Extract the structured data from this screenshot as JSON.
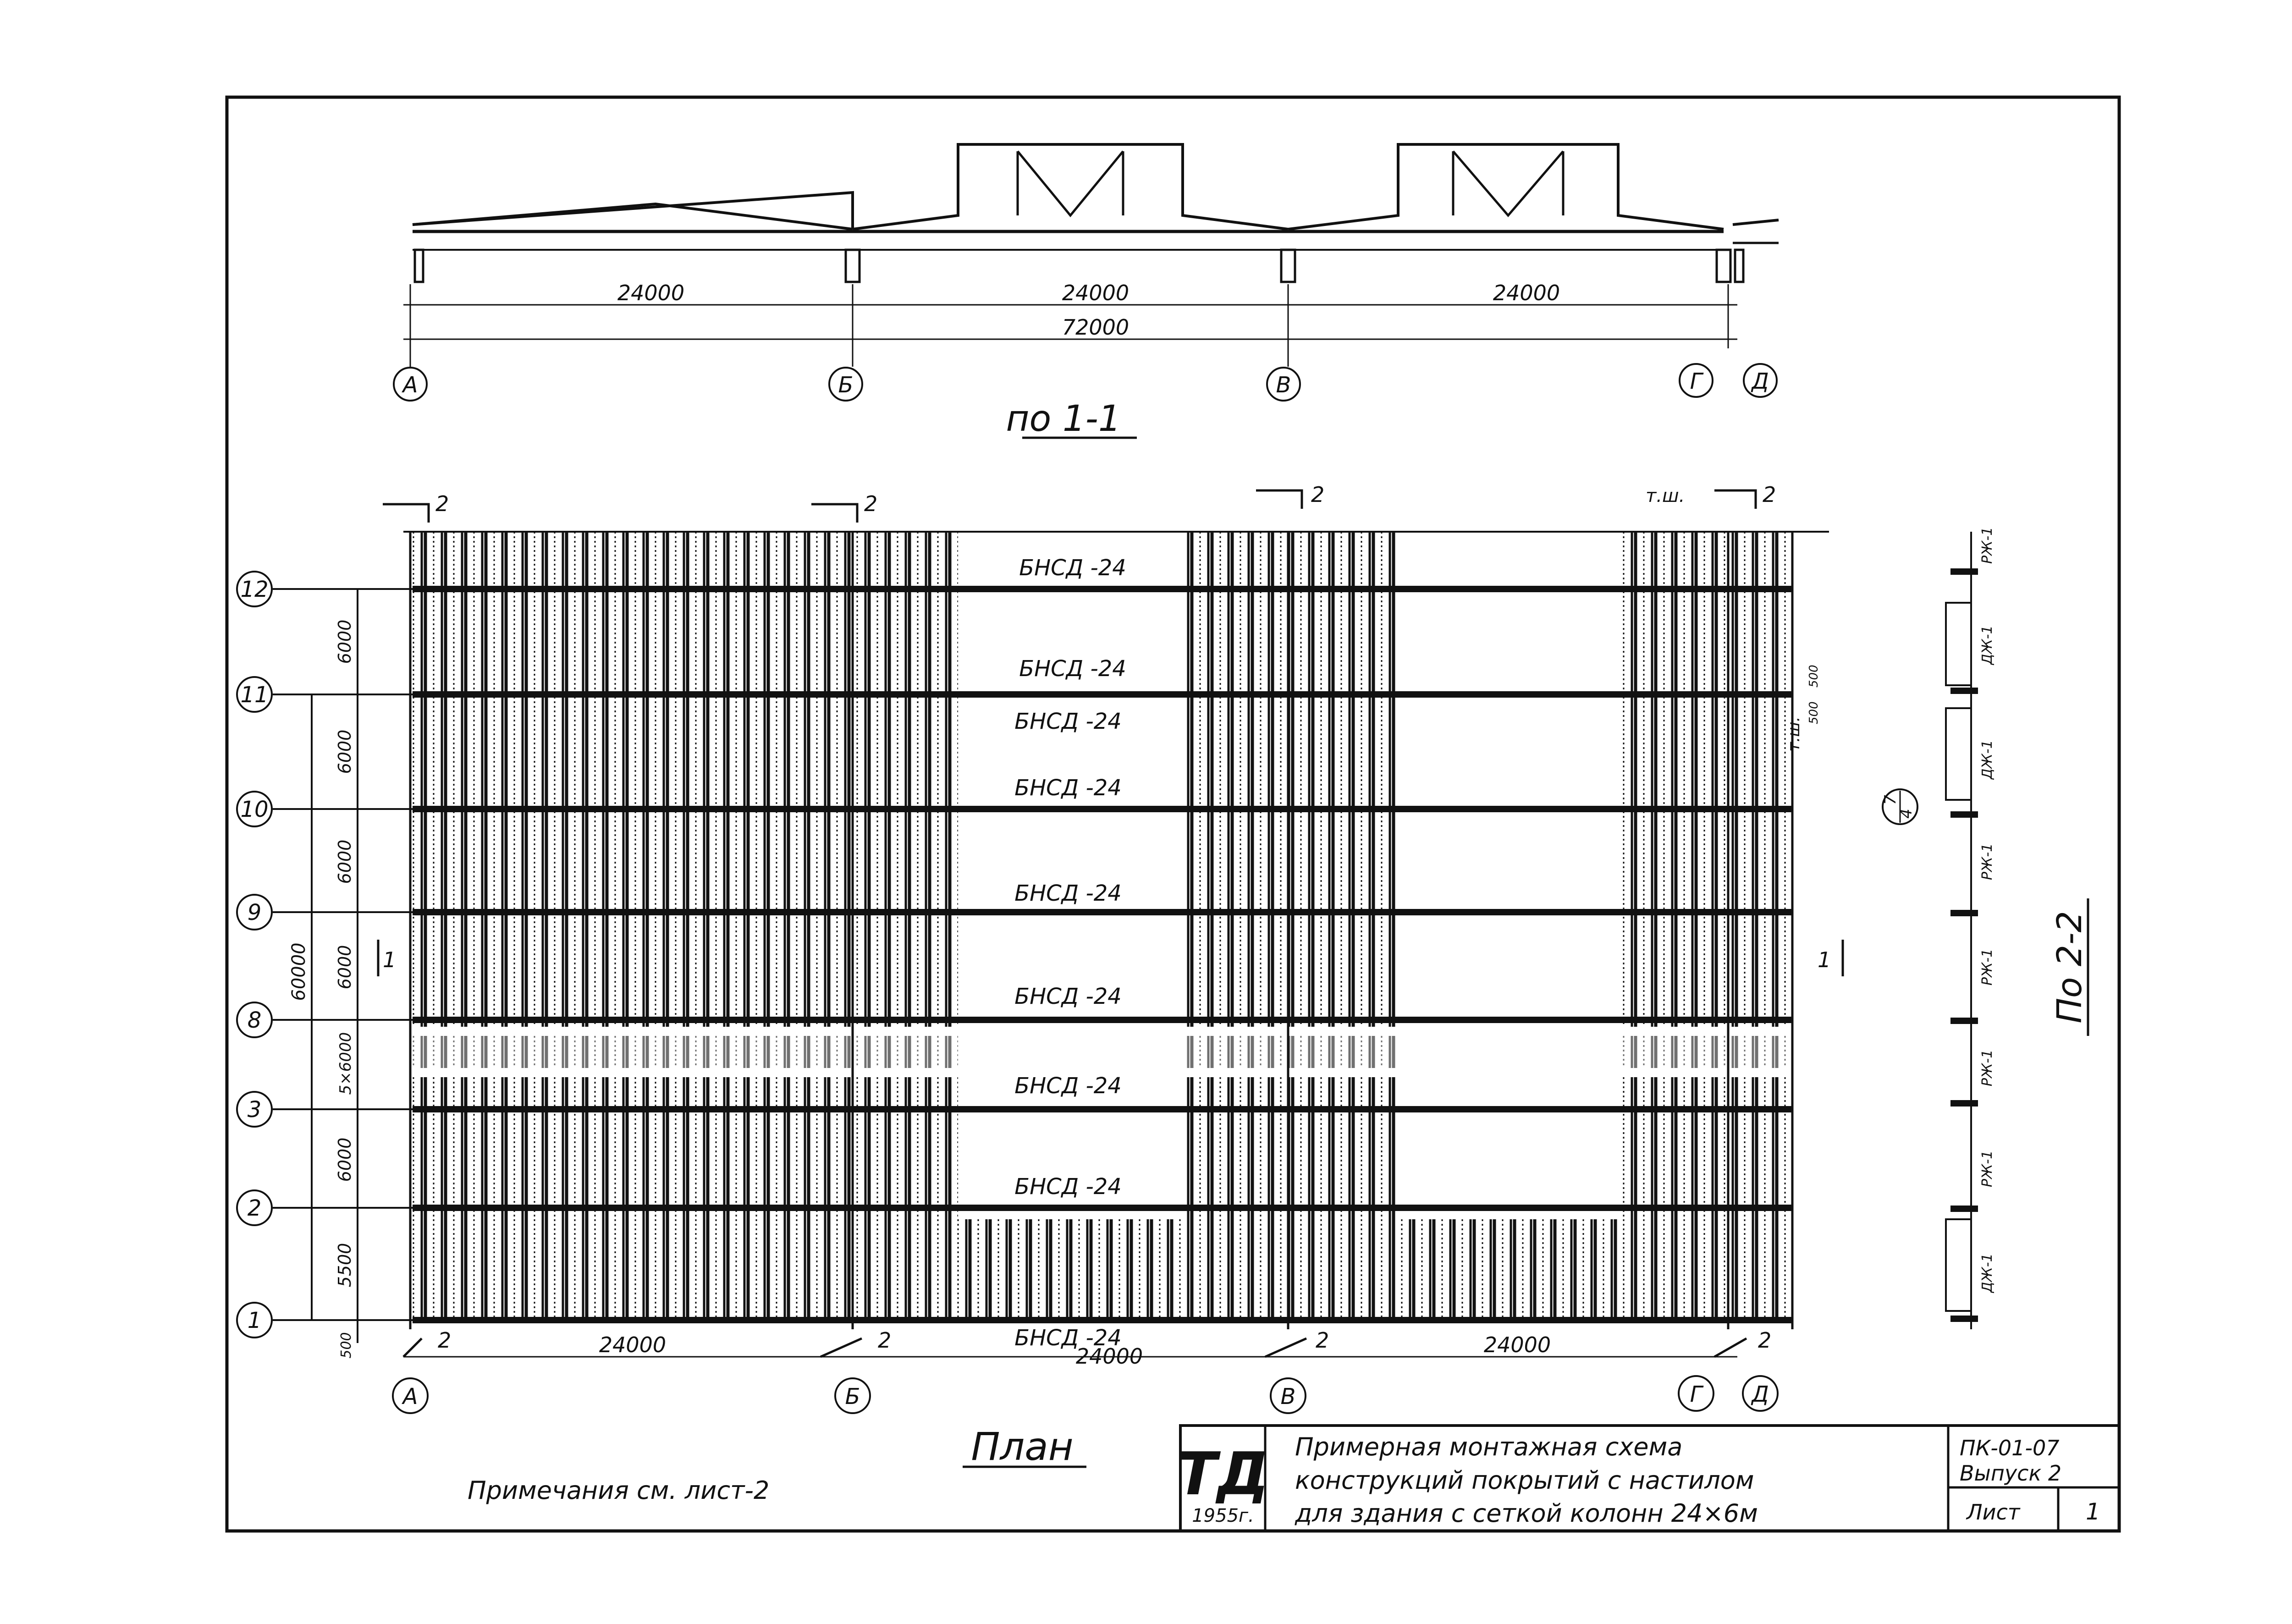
{
  "section": {
    "title": "по 1-1",
    "span_labels": [
      "24000",
      "24000",
      "24000"
    ],
    "total_label": "72000",
    "axes": [
      "А",
      "Б",
      "В",
      "Г",
      "Д"
    ]
  },
  "plan": {
    "title": "План",
    "row_axes": [
      "12",
      "11",
      "10",
      "9",
      "8",
      "3",
      "2",
      "1"
    ],
    "beam_labels": [
      "БНСД -24",
      "БНСД -24",
      "БНСД -24",
      "БНСД -24",
      "БНСД -24",
      "БНСД -24",
      "БНСД -24",
      "БНСД -24",
      "БНСД -24"
    ],
    "row_dims": [
      "6000",
      "6000",
      "6000",
      "6000",
      "5×6000",
      "6000",
      "5500",
      "500"
    ],
    "total_dim": "60000",
    "bottom_spans": [
      "24000",
      "24000",
      "24000"
    ],
    "col_axes": [
      "А",
      "Б",
      "В",
      "Г",
      "Д"
    ],
    "section_mark": "2",
    "cut_mark": "1",
    "tsh_label": "т.ш.",
    "side_dims": [
      "500",
      "500"
    ]
  },
  "section22": {
    "title": "По 2-2",
    "panel_labels": [
      "РЖ-1",
      "ДЖ-1",
      "ДЖ-1",
      "РЖ-1",
      "РЖ-1",
      "РЖ-1",
      "РЖ-1",
      "ДЖ-1"
    ],
    "node_ref_top": "7",
    "node_ref_bottom": "4"
  },
  "notes": "Примечания  см. лист-2",
  "stamp": {
    "logo": "ТД",
    "year": "1955г.",
    "title_lines": [
      "Примерная    монтажная  схема",
      "конструкций покрытий с настилом",
      "для здания с сеткой  колонн 24×6м"
    ],
    "code": "ПК-01-07",
    "issue": "Выпуск 2",
    "sheet_label": "Лист",
    "sheet_num": "1"
  }
}
